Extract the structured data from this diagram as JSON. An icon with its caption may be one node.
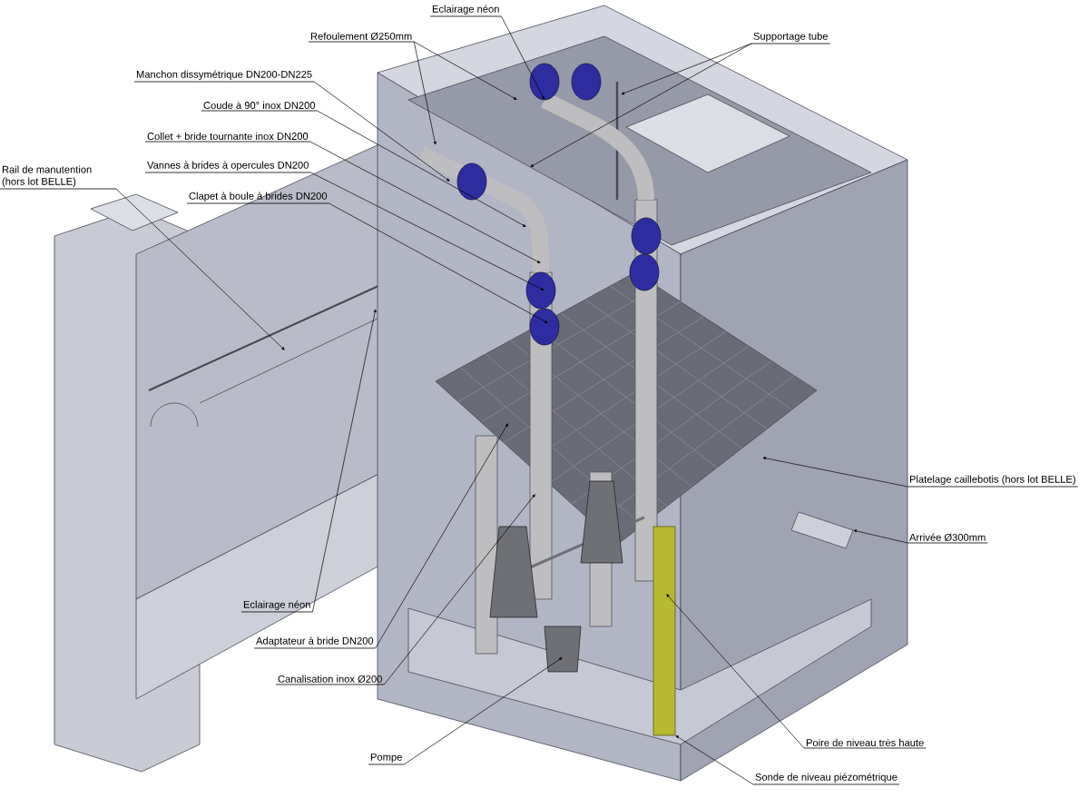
{
  "diagram": {
    "nodes": [
      {
        "text": [
          "Eclairage néon"
        ]
      },
      {
        "text": [
          "Refoulement Ø250mm"
        ]
      },
      {
        "text": [
          "Manchon dissymétrique DN200-DN225"
        ]
      },
      {
        "text": [
          "Coude à 90° inox DN200"
        ]
      },
      {
        "text": [
          "Collet + bride tournante inox DN200"
        ]
      },
      {
        "text": [
          "Vannes à brides à opercules DN200"
        ]
      },
      {
        "text": [
          "Clapet à boule à brides DN200"
        ]
      },
      {
        "text": [
          "Rail de manutention (hors lot BELLE)"
        ]
      },
      {
        "text": [
          "Supportage tube"
        ]
      },
      {
        "text": [
          "Platelage caillebotis (hors lot BELLE)"
        ]
      },
      {
        "text": [
          "Arrivée Ø300mm"
        ]
      },
      {
        "text": [
          "Eclairage néon"
        ]
      },
      {
        "text": [
          "Adaptateur à bride DN200"
        ]
      },
      {
        "text": [
          "Canalisation inox Ø200"
        ]
      },
      {
        "text": [
          "Pompe"
        ]
      },
      {
        "text": [
          "Poire de niveau très haute"
        ]
      },
      {
        "text": [
          "Sonde de niveau piézométrique"
        ]
      }
    ],
    "edges": [
      {
        "from": 0,
        "to": null,
        "arrow": "to"
      },
      {
        "from": 1,
        "to": null,
        "arrow": "to"
      },
      {
        "from": 1,
        "to": null,
        "arrow": "to"
      },
      {
        "from": 2,
        "to": null,
        "arrow": "to"
      },
      {
        "from": 3,
        "to": null,
        "arrow": "to"
      },
      {
        "from": 4,
        "to": null,
        "arrow": "to"
      },
      {
        "from": 5,
        "to": null,
        "arrow": "to"
      },
      {
        "from": 6,
        "to": null,
        "arrow": "to"
      },
      {
        "from": 7,
        "to": null,
        "arrow": "to"
      },
      {
        "from": 8,
        "to": null,
        "arrow": "to"
      },
      {
        "from": 8,
        "to": null,
        "arrow": "to"
      },
      {
        "from": 9,
        "to": null,
        "arrow": "to"
      },
      {
        "from": 10,
        "to": null,
        "arrow": "to"
      },
      {
        "from": 11,
        "to": null,
        "arrow": "to"
      },
      {
        "from": 12,
        "to": null,
        "arrow": "to"
      },
      {
        "from": 13,
        "to": null,
        "arrow": "to"
      },
      {
        "from": 14,
        "to": null,
        "arrow": "to"
      },
      {
        "from": 15,
        "to": null,
        "arrow": "to"
      },
      {
        "from": 16,
        "to": null,
        "arrow": "to"
      }
    ]
  }
}
